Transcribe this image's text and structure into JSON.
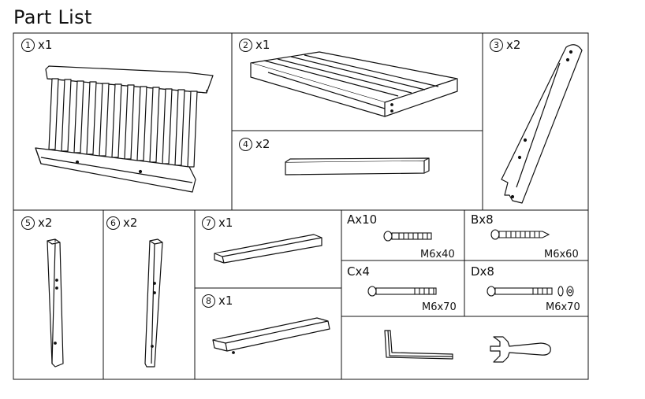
{
  "title": "Part List",
  "parts": [
    {
      "num": "1",
      "qty": "x1"
    },
    {
      "num": "2",
      "qty": "x1"
    },
    {
      "num": "3",
      "qty": "x2"
    },
    {
      "num": "4",
      "qty": "x2"
    },
    {
      "num": "5",
      "qty": "x2"
    },
    {
      "num": "6",
      "qty": "x2"
    },
    {
      "num": "7",
      "qty": "x1"
    },
    {
      "num": "8",
      "qty": "x1"
    }
  ],
  "hardware": [
    {
      "label": "Ax10",
      "size": "M6x40"
    },
    {
      "label": "Bx8",
      "size": "M6x60"
    },
    {
      "label": "Cx4",
      "size": "M6x70"
    },
    {
      "label": "Dx8",
      "size": "M6x70"
    }
  ],
  "tools": [
    "allen-key",
    "wrench"
  ]
}
